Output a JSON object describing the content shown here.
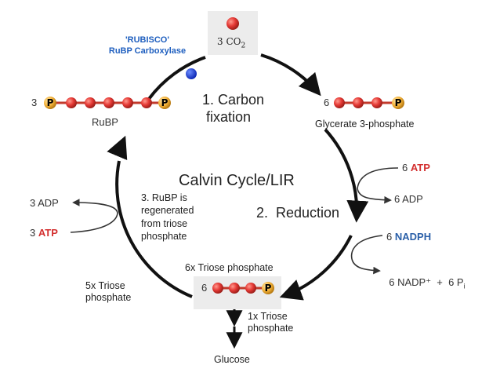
{
  "title": "Calvin Cycle/LIR",
  "co2": {
    "label": "3 CO",
    "sub": "2"
  },
  "enzyme": {
    "line1": "'RUBISCO'",
    "line2": "RuBP Carboxylase"
  },
  "rubp": {
    "prefix": "3",
    "label": "RuBP"
  },
  "step1": {
    "line1": "1. Carbon",
    "line2": "fixation"
  },
  "glycerate": {
    "prefix": "6",
    "label": "Glycerate 3-phosphate"
  },
  "atp_in": {
    "count": "6",
    "name": "ATP"
  },
  "adp_out": {
    "text": "6 ADP"
  },
  "step2": {
    "text": "2.  Reduction"
  },
  "nadph_in": {
    "count": "6",
    "name": "NADPH"
  },
  "nadp_out": {
    "text": "6 NADP⁺  +  6 P",
    "sub": "i"
  },
  "triose": {
    "header": "6x Triose phosphate",
    "prefix": "6"
  },
  "export": {
    "line1": "1x Triose",
    "line2": "phosphate"
  },
  "glucose": {
    "text": "Glucose"
  },
  "recycle": {
    "line1": "5x Triose",
    "line2": "phosphate"
  },
  "step3": {
    "line1": "3. RuBP is",
    "line2": "regenerated",
    "line3": "from triose",
    "line4": "phosphate"
  },
  "adp_left": {
    "text": "3 ADP"
  },
  "atp_left": {
    "count": "3",
    "name": "ATP"
  },
  "phosphate_symbol": "P",
  "colors": {
    "carbon": "#e53935",
    "phosphate": "#f3b23a",
    "enzyme": "#1a3fd6",
    "atp_red": "#d32f2f",
    "nadph_blue": "#2a5fa8"
  }
}
